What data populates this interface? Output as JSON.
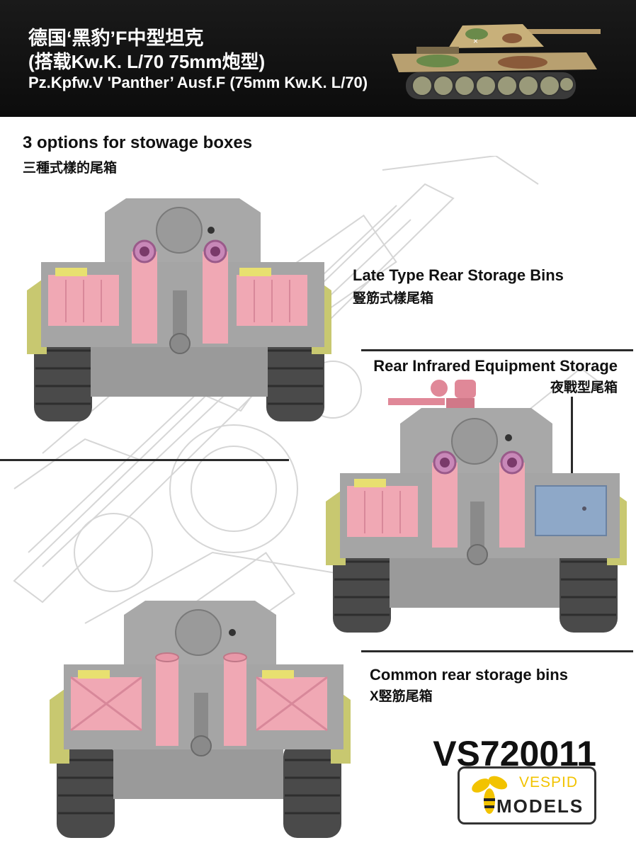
{
  "header": {
    "title_cn": "德国‘黑豹’F中型坦克",
    "subtitle_cn": "(搭载Kw.K. L/70 75mm炮型)",
    "title_en": "Pz.Kpfw.V  'Panther’ Ausf.F (75mm  Kw.K. L/70)"
  },
  "intro": {
    "en": "3 options for stowage boxes",
    "cn": "三種式樣的尾箱"
  },
  "options": [
    {
      "en": "Late Type Rear Storage Bins",
      "cn": "豎筋式樣尾箱"
    },
    {
      "en": "Rear Infrared Equipment Storage",
      "cn": "夜戰型尾箱"
    },
    {
      "en": "Common rear storage bins",
      "cn": "X竪筋尾箱"
    }
  ],
  "product_code": "VS720011",
  "brand": {
    "name": "VESPID",
    "sub": "MODELS"
  },
  "colors": {
    "hull": "#a8a8a8",
    "bins": "#f0a8b4",
    "infrared_box": "#8ea8c8",
    "track": "#4a4a4a",
    "fender": "#c8c870",
    "header_bg": "#111111",
    "logo_yellow": "#f2c300"
  }
}
